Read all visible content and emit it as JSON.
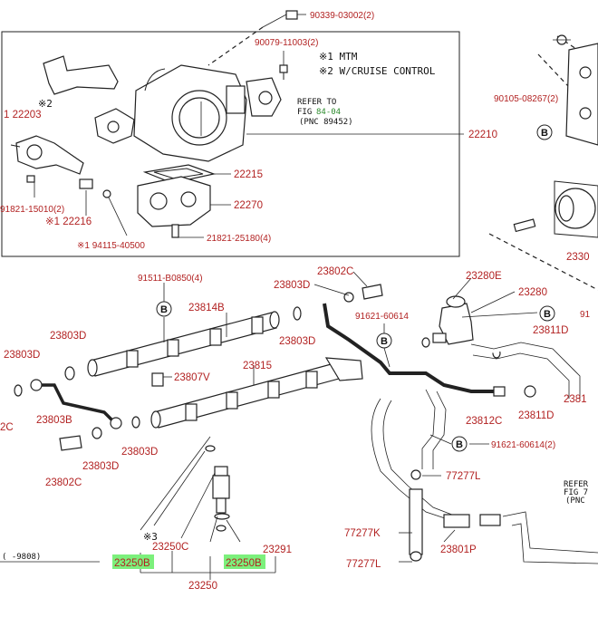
{
  "notes": {
    "mtm": "※1 MTM",
    "cruise": "※2 W/CRUISE CONTROL",
    "refer_to": "REFER TO",
    "fig_prefix": "FIG",
    "fig_num": "84-04",
    "pnc": "(PNC 89452)",
    "mark2": "※2",
    "mark3": "※3",
    "range": "(    -9808)",
    "refer_right_1": "REFER",
    "refer_right_2": "FIG 7",
    "refer_right_3": "(PNC"
  },
  "labels": {
    "p90339": "90339-03002(2)",
    "p90079": "90079-11003(2)",
    "p22203": "1 22203",
    "p22210": "22210",
    "p22215": "22215",
    "p22270": "22270",
    "p91821_15010": "91821-15010(2)",
    "p22216": "※1 22216",
    "p94115": "※1 94115-40500",
    "p91821_25180": "21821-25180(4)",
    "p90105": "90105-08267(2)",
    "p2330": "2330",
    "p91511": "91511-B0850(4)",
    "p23802c_top": "23802C",
    "p23803d_1": "23803D",
    "p23280e": "23280E",
    "p23280": "23280",
    "p23814b": "23814B",
    "p91621_60614": "91621-60614",
    "p91_right": "91",
    "p23803d_2": "23803D",
    "p23803d_left": "23803D",
    "p23811d_top": "23811D",
    "p23807v": "23807V",
    "p23815": "23815",
    "p2381_right": "2381",
    "p_2c": "2C",
    "p23803b": "23803B",
    "p23812c": "23812C",
    "p23811d_2": "23811D",
    "p91621_60614_2": "91621-60614(2)",
    "p23803d_3": "23803D",
    "p23803d_4": "23803D",
    "p23802c_bot": "23802C",
    "p77277l_1": "77277L",
    "p23250c": "23250C",
    "p23291": "23291",
    "p77277k": "77277K",
    "p23801p": "23801P",
    "p23250b_1": "23250B",
    "p23250b_2": "23250B",
    "p77277l_2": "77277L",
    "p23250": "23250"
  },
  "callouts": {
    "b": "B"
  },
  "highlight_color": "#7cf07c",
  "label_color": "#b22222"
}
